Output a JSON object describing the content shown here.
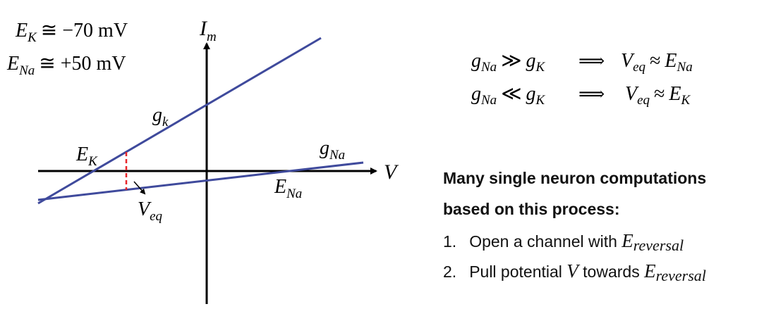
{
  "constants": {
    "ek": {
      "symbol": "E",
      "subscript": "K",
      "relation": "≅ −70 mV"
    },
    "ena": {
      "symbol": "E",
      "subscript": "Na",
      "relation": "≅ +50 mV"
    }
  },
  "axes": {
    "y_label": {
      "symbol": "I",
      "subscript": "m"
    },
    "x_label": "V"
  },
  "line_labels": {
    "gk": {
      "symbol": "g",
      "subscript": "k"
    },
    "gna": {
      "symbol": "g",
      "subscript": "Na"
    }
  },
  "point_labels": {
    "ek": {
      "symbol": "E",
      "subscript": "K"
    },
    "ena": {
      "symbol": "E",
      "subscript": "Na"
    },
    "veq": {
      "symbol": "V",
      "subscript": "eq"
    }
  },
  "relations": [
    {
      "lhs": "g",
      "lhs_sub": "Na",
      "op": "≫",
      "rhs": "g",
      "rhs_sub": "K",
      "implies": "⟹",
      "res": "V",
      "res_sub": "eq",
      "approx": "≈",
      "target": "E",
      "target_sub": "Na"
    },
    {
      "lhs": "g",
      "lhs_sub": "Na",
      "op": "≪",
      "rhs": "g",
      "rhs_sub": "K",
      "implies": "⟹",
      "res": "V",
      "res_sub": "eq",
      "approx": "≈",
      "target": "E",
      "target_sub": "K"
    }
  ],
  "text": {
    "heading_line1": "Many single neuron computations",
    "heading_line2": "based on this process:",
    "items": [
      {
        "number": "1.",
        "text": "Open a channel with ",
        "math": "E",
        "math_sub": "reversal"
      },
      {
        "number": "2.",
        "text": "Pull potential ",
        "math_v": "V",
        "text2": " towards ",
        "math": "E",
        "math_sub": "reversal"
      }
    ]
  },
  "colors": {
    "line": "#3f4a9c",
    "axis": "#000000",
    "dashed": "#e8262a"
  }
}
